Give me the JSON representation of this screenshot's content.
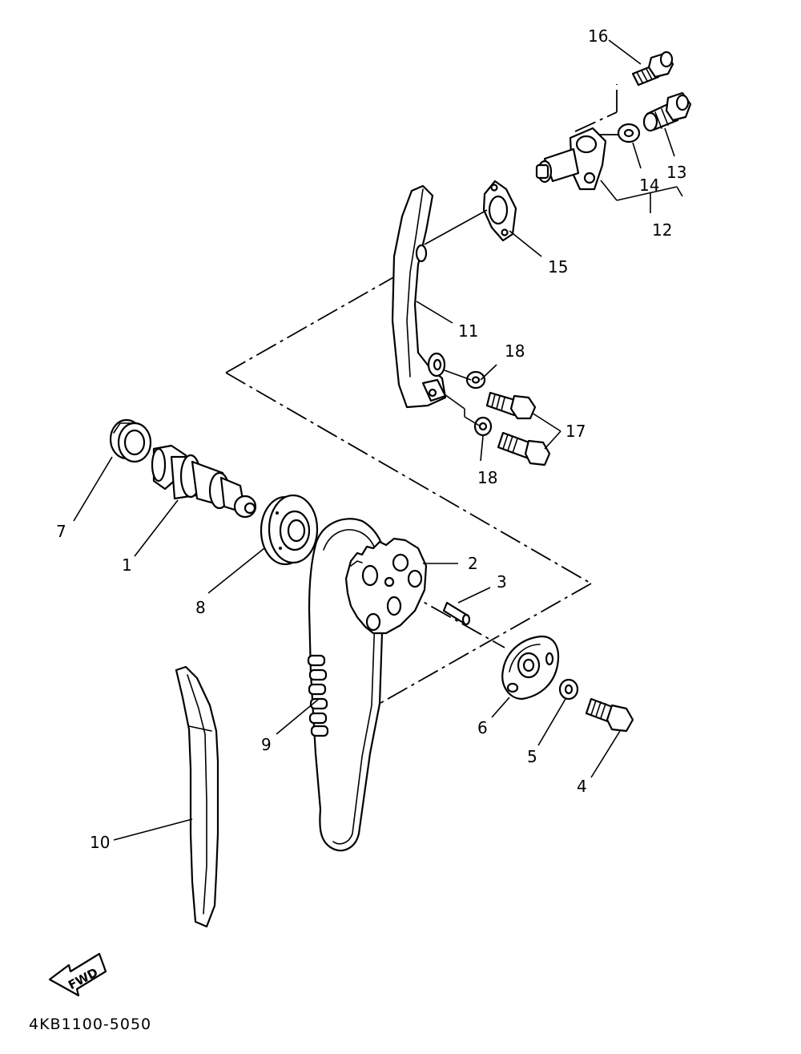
{
  "diagram_code": "4KB1100-5050",
  "fwd_label": "FWD",
  "callouts": {
    "p1": "1",
    "p2": "2",
    "p3": "3",
    "p4": "4",
    "p5": "5",
    "p6": "6",
    "p7": "7",
    "p8": "8",
    "p9": "9",
    "p10": "10",
    "p11": "11",
    "p12": "12",
    "p13": "13",
    "p14": "14",
    "p15": "15",
    "p16": "16",
    "p17": "17",
    "p18a": "18",
    "p18b": "18"
  }
}
